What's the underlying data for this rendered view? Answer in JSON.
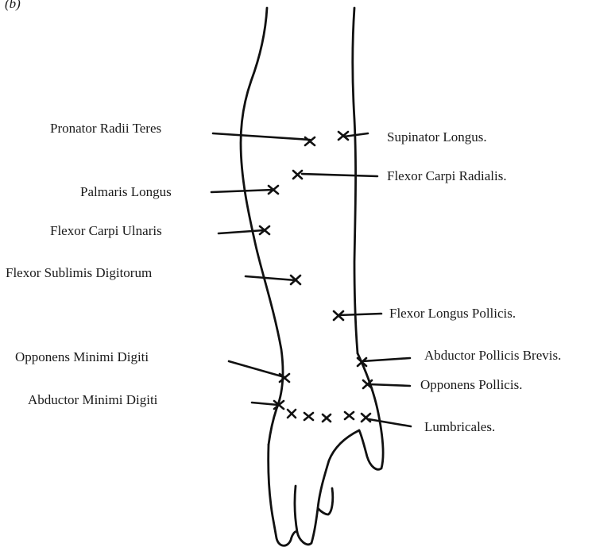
{
  "figure": {
    "header_fragment": "(b)"
  },
  "labels": {
    "pronator_radii_teres": "Pronator Radii Teres",
    "supinator_longus": "Supinator Longus.",
    "flexor_carpi_radialis": "Flexor Carpi Radialis.",
    "palmaris_longus": "Palmaris Longus",
    "flexor_carpi_ulnaris": "Flexor Carpi Ulnaris",
    "flexor_sublimis_digitorum": "Flexor Sublimis Digitorum",
    "flexor_longus_pollicis": "Flexor Longus Pollicis.",
    "abductor_pollicis_brevis": "Abductor Pollicis Brevis.",
    "opponens_minimi_digiti": "Opponens Minimi Digiti",
    "opponens_pollicis": "Opponens Pollicis.",
    "abductor_minimi_digiti": "Abductor Minimi Digiti",
    "lumbricales": "Lumbricales."
  },
  "colors": {
    "ink": "#111111",
    "background": "#ffffff"
  }
}
